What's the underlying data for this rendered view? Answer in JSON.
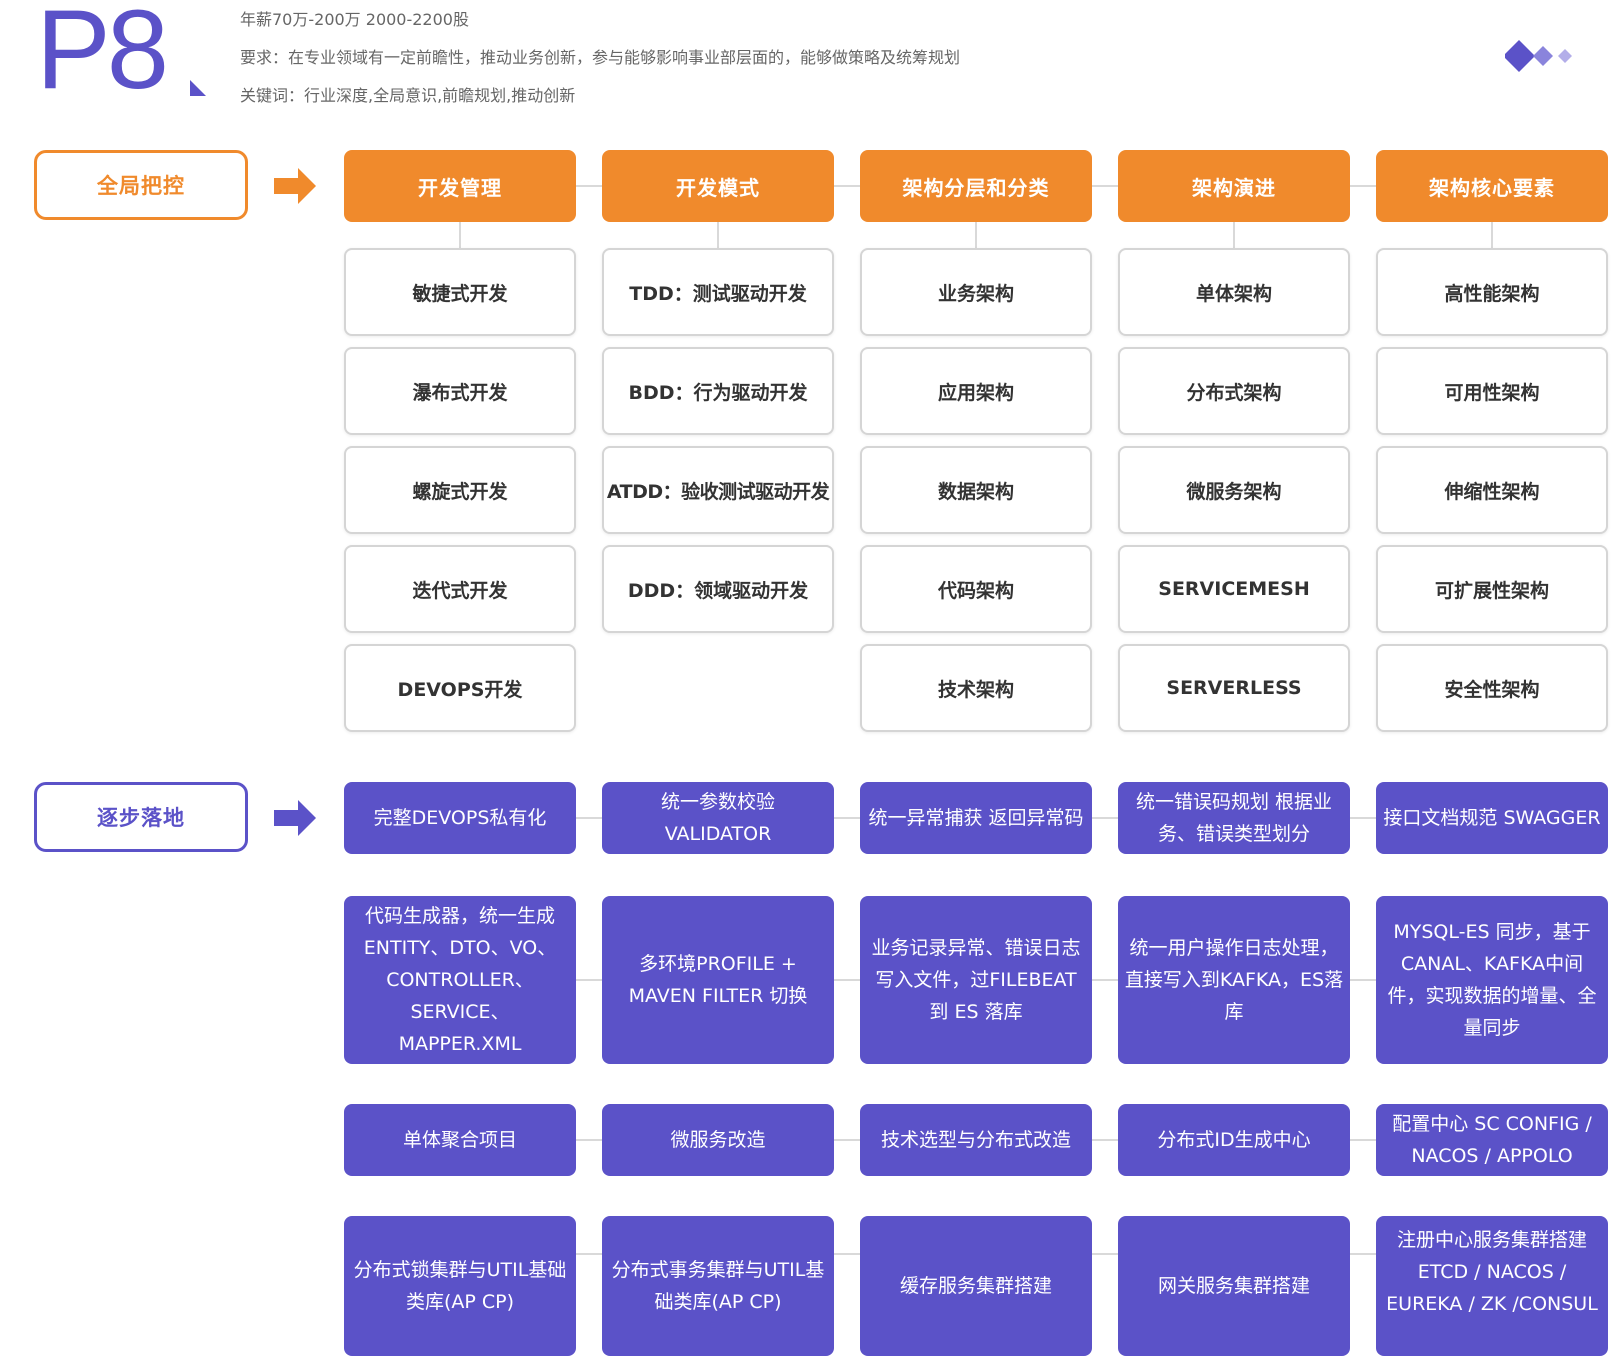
{
  "header": {
    "level": "P8",
    "salary": "年薪70万-200万 2000-2200股",
    "requirement": "要求：在专业领域有一定前瞻性，推动业务创新，参与能够影响事业部层面的，能够做策略及统筹规划",
    "keywords": "关键词：行业深度,全局意识,前瞻规划,推动创新"
  },
  "colors": {
    "orange": "#f08a2c",
    "purple": "#5b52c8"
  },
  "global_control": {
    "label": "全局把控",
    "columns": [
      {
        "title": "开发管理",
        "items": [
          "敏捷式开发",
          "瀑布式开发",
          "螺旋式开发",
          "迭代式开发",
          "DEVOPS开发"
        ]
      },
      {
        "title": "开发模式",
        "items": [
          "TDD：测试驱动开发",
          "BDD：行为驱动开发",
          "ATDD：验收测试驱动开发",
          "DDD：领域驱动开发"
        ]
      },
      {
        "title": "架构分层和分类",
        "items": [
          "业务架构",
          "应用架构",
          "数据架构",
          "代码架构",
          "技术架构"
        ]
      },
      {
        "title": "架构演进",
        "items": [
          "单体架构",
          "分布式架构",
          "微服务架构",
          "SERVICEMESH",
          "SERVERLESS"
        ]
      },
      {
        "title": "架构核心要素",
        "items": [
          "高性能架构",
          "可用性架构",
          "伸缩性架构",
          "可扩展性架构",
          "安全性架构"
        ]
      }
    ]
  },
  "step_by_step": {
    "label": "逐步落地",
    "rows": [
      [
        "完整DEVOPS私有化",
        "统一参数校验 VALIDATOR",
        "统一异常捕获 返回异常码",
        "统一错误码规划 根据业务、错误类型划分",
        "接口文档规范 SWAGGER"
      ],
      [
        "代码生成器，统一生成ENTITY、DTO、VO、CONTROLLER、SERVICE、MAPPER.XML",
        "多环境PROFILE + MAVEN FILTER 切换",
        "业务记录异常、错误日志写入文件，过FILEBEAT 到 ES 落库",
        "统一用户操作日志处理，直接写入到KAFKA，ES落库",
        "MYSQL-ES 同步，基于CANAL、KAFKA中间件，实现数据的增量、全量同步"
      ],
      [
        "单体聚合项目",
        "微服务改造",
        "技术选型与分布式改造",
        "分布式ID生成中心",
        "配置中心 SC CONFIG / NACOS / APPOLO"
      ],
      [
        "分布式锁集群与UTIL基础类库(AP CP)",
        "分布式事务集群与UTIL基础类库(AP CP)",
        "缓存服务集群搭建",
        "网关服务集群搭建",
        "注册中心服务集群搭建 ETCD / NACOS / EUREKA / ZK /CONSUL"
      ]
    ]
  }
}
